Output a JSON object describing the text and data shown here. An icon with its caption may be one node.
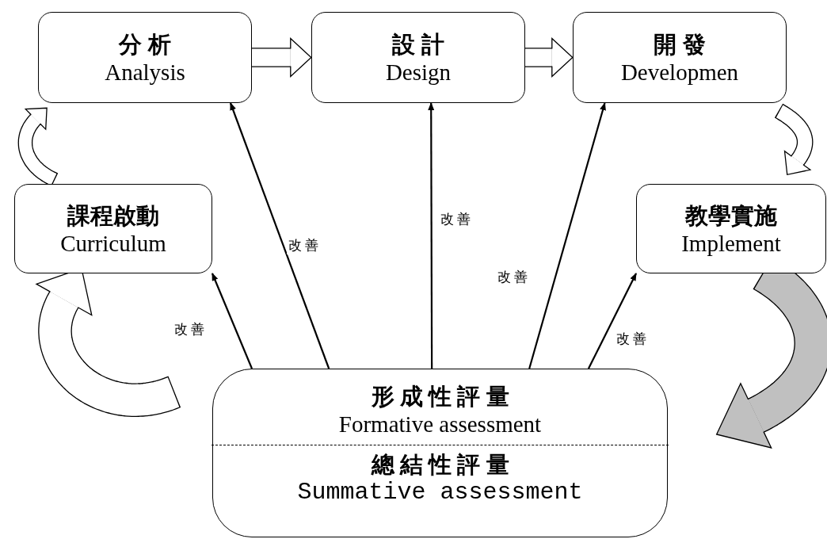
{
  "diagram": {
    "nodes": [
      {
        "text": [
          "分 析",
          "Analysis"
        ]
      },
      {
        "text": [
          "設 計",
          "Design"
        ]
      },
      {
        "text": [
          "開 發",
          "Developmen"
        ]
      },
      {
        "text": [
          "課程啟動",
          "Curriculum"
        ]
      },
      {
        "text": [
          "教學實施",
          "Implement"
        ]
      },
      {
        "text": [
          "形 成 性 評 量",
          "Formative assessment",
          "總 結 性 評 量",
          "Summative assessment"
        ]
      }
    ],
    "edges": [
      {
        "from": 0,
        "to": 1,
        "arrow": "to",
        "color": "#ffffff"
      },
      {
        "from": 1,
        "to": 2,
        "arrow": "to",
        "color": "#ffffff"
      },
      {
        "from": 2,
        "to": 4,
        "arrow": "to",
        "color": "#ffffff"
      },
      {
        "from": 4,
        "to": 5,
        "arrow": "to",
        "style": "thick",
        "color": "#c0c0c0"
      },
      {
        "from": 5,
        "to": 3,
        "arrow": "to",
        "style": "thick",
        "color": "#ffffff"
      },
      {
        "from": 3,
        "to": 0,
        "arrow": "to",
        "color": "#ffffff"
      },
      {
        "from": 5,
        "to": 3,
        "arrow": "to",
        "label": "改 善",
        "color": "#000000"
      },
      {
        "from": 5,
        "to": 0,
        "arrow": "to",
        "label": "改 善",
        "color": "#000000"
      },
      {
        "from": 5,
        "to": 1,
        "arrow": "to",
        "label": "改 善",
        "color": "#000000"
      },
      {
        "from": 5,
        "to": 2,
        "arrow": "to",
        "label": "改 善",
        "color": "#000000"
      },
      {
        "from": 5,
        "to": 4,
        "arrow": "to",
        "label": "改 善",
        "color": "#000000"
      }
    ]
  }
}
